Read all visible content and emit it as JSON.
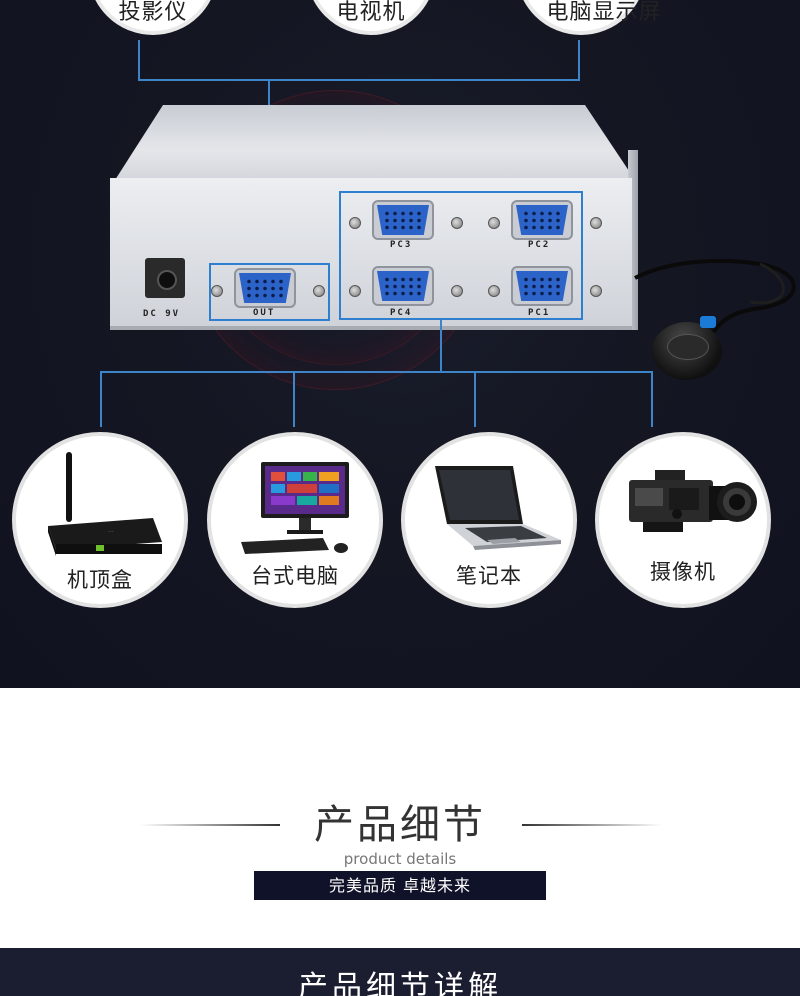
{
  "top_devices": [
    {
      "label": "投影仪"
    },
    {
      "label": "电视机"
    },
    {
      "label": "电脑显示屏"
    }
  ],
  "device": {
    "power_label": "DC 9V",
    "ports": {
      "out": "OUT",
      "pc1": "PC1",
      "pc2": "PC2",
      "pc3": "PC3",
      "pc4": "PC4"
    }
  },
  "source_devices": [
    {
      "label": "机顶盒",
      "icon": "set-top-box-icon"
    },
    {
      "label": "台式电脑",
      "icon": "desktop-computer-icon"
    },
    {
      "label": "笔记本",
      "icon": "laptop-icon"
    },
    {
      "label": "摄像机",
      "icon": "video-camera-icon"
    }
  ],
  "details": {
    "title": "产品细节",
    "subtitle": "product details",
    "slogan": "完美品质  卓越未来"
  },
  "bottom_bar": {
    "title": "产品细节详解"
  },
  "colors": {
    "hero_bg": "#141622",
    "accent_line": "#3d84c8",
    "vga_blue": "#2c63c9",
    "slogan_bg": "#10122a"
  }
}
